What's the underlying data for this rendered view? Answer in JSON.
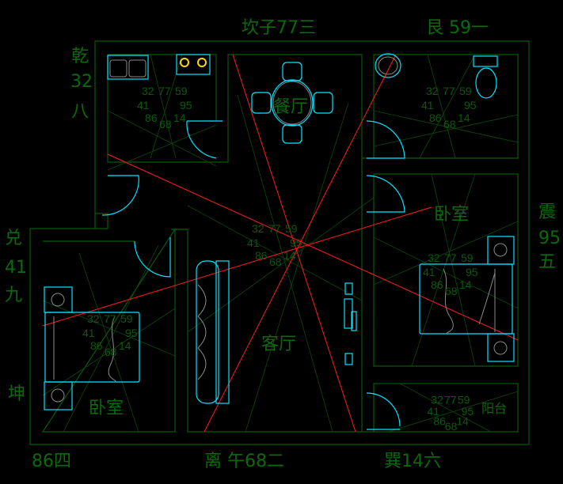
{
  "directions": {
    "north": "坎子77三",
    "northeast": "艮 59一",
    "northwest_1": "乾",
    "northwest_2": "32",
    "northwest_3": "八",
    "west_1": "兑",
    "west_2": "41",
    "west_3": "九",
    "southwest": "坤",
    "east_1": "震",
    "east_2": "95",
    "east_3": "五",
    "southwest_bottom": "86四",
    "south": "离 午68二",
    "southeast": "巽14六"
  },
  "rooms": {
    "dining": "餐厅",
    "bedroom_right": "卧室",
    "bedroom_left": "卧室",
    "living": "客厅",
    "balcony": "阳台"
  },
  "grid_numbers": {
    "n1": "32",
    "n2": "77",
    "n3": "59",
    "n4": "41",
    "n5": "95",
    "n6": "86",
    "n7": "68",
    "n8": "14"
  },
  "colors": {
    "wall": "#0a5a0a",
    "furniture": "#00e5ff",
    "axis": "#ff1a1a",
    "background": "#000000"
  }
}
